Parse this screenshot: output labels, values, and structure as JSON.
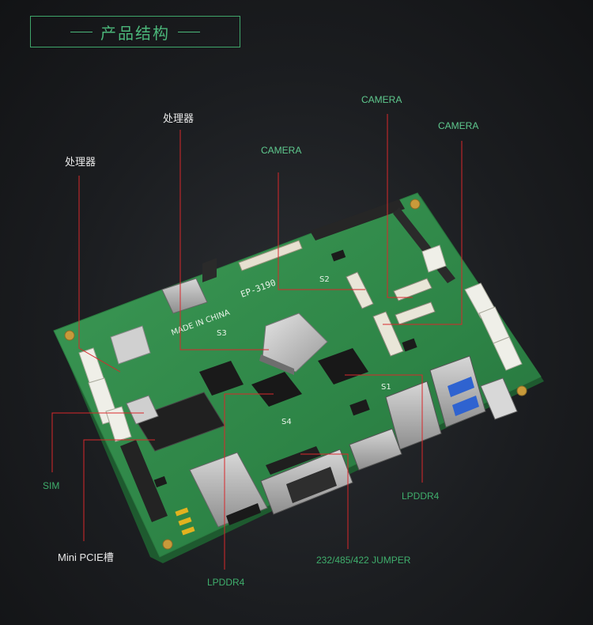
{
  "title": "产品结构",
  "labels": {
    "processor_left": "处理器",
    "processor_top": "处理器",
    "camera_1": "CAMERA",
    "camera_2": "CAMERA",
    "camera_3": "CAMERA",
    "sim": "SIM",
    "mini_pcie": "Mini  PCIE槽",
    "lpddr4_bottom": "LPDDR4",
    "lpddr4_right": "LPDDR4",
    "jumper": "232/485/422  JUMPER"
  },
  "board_text": {
    "model": "EP-3190",
    "made_in": "MADE IN CHINA",
    "s1": "S1",
    "s2": "S2",
    "s3": "S3",
    "s4": "S4"
  },
  "colors": {
    "accent": "#4bb77a",
    "leader_line": "#d8282b",
    "pcb": "#2f8a4a"
  }
}
